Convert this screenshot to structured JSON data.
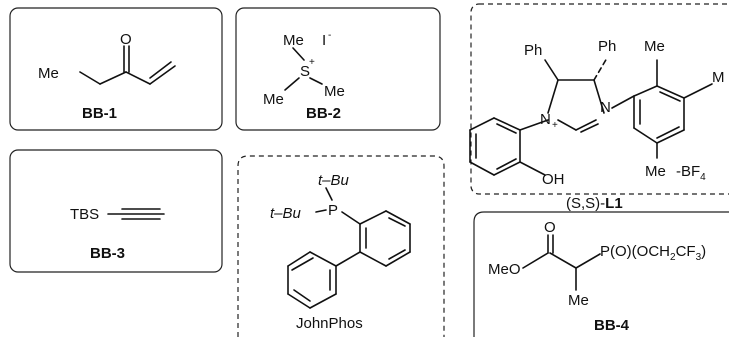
{
  "compounds": {
    "bb1": {
      "code": "BB-1",
      "atoms": {
        "me": "Me",
        "o": "O"
      }
    },
    "bb2": {
      "code": "BB-2",
      "atoms": {
        "me_top": "Me",
        "s": "S",
        "s_charge": "+",
        "iodide": "I",
        "iodide_charge": "-",
        "me_left": "Me",
        "me_right": "Me"
      }
    },
    "bb3": {
      "code": "BB-3",
      "atoms": {
        "tbs": "TBS"
      }
    },
    "johnphos": {
      "name": "JohnPhos",
      "atoms": {
        "tbu_top": "t–Bu",
        "tbu_left": "t–Bu",
        "p": "P"
      }
    },
    "l1": {
      "label_prefix": "(S,S)-",
      "label_code": "L1",
      "atoms": {
        "ph_left": "Ph",
        "ph_right": "Ph",
        "me_top": "Me",
        "me_bottom": "Me",
        "me_right": "M",
        "n_left": "N",
        "n_charge": "+",
        "n_right": "N",
        "oh": "OH",
        "bf4_prefix": "-BF",
        "bf4_sub": "4"
      }
    },
    "bb4": {
      "code": "BB-4",
      "atoms": {
        "o": "O",
        "meo": "MeO",
        "me": "Me",
        "p_group": "P(O)(OCH",
        "p_sub": "2",
        "p_tail": "CF",
        "p_sub2": "3",
        "p_close": ")"
      }
    }
  }
}
